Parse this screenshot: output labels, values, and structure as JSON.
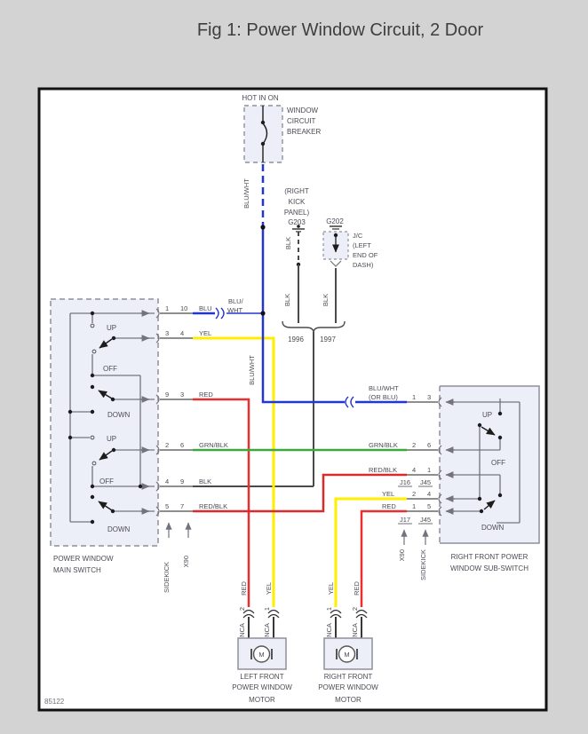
{
  "page": {
    "title": "Fig 1: Power Window Circuit, 2 Door",
    "figure_id": "85122"
  },
  "colors": {
    "blue": "#2236d2",
    "yellow": "#ffee00",
    "red": "#e93030",
    "green": "#3da93c",
    "black_wire": "#4a4a4a",
    "box_fill": "#edeff8",
    "box_border": "#8f8f9c",
    "text": "#4b4b55",
    "background": "#d3d3d3"
  },
  "power": {
    "hot_label": "HOT IN ON",
    "breaker_name": [
      "WINDOW",
      "CIRCUIT",
      "BREAKER"
    ]
  },
  "grounds": {
    "g203_location": [
      "(RIGHT",
      "KICK",
      "PANEL)"
    ],
    "g203_id": "G203",
    "g202_id": "G202",
    "jc_label": [
      "J/C",
      "(LEFT",
      "END OF",
      "DASH)"
    ],
    "years": [
      "1996",
      "1997"
    ]
  },
  "wires": {
    "blu_wht": "BLU/WHT",
    "blu_split": [
      "BLU/",
      "WHT"
    ],
    "blk": "BLK",
    "nca": "NCA"
  },
  "main_switch": {
    "name": [
      "POWER WINDOW",
      "MAIN SWITCH"
    ],
    "positions": [
      "UP",
      "OFF",
      "DOWN",
      "UP",
      "OFF",
      "DOWN"
    ],
    "rows": [
      {
        "p1": "1",
        "p2": "10",
        "wire": "BLU"
      },
      {
        "p1": "3",
        "p2": "4",
        "wire": "YEL"
      },
      {
        "p1": "9",
        "p2": "3",
        "wire": "RED"
      },
      {
        "p1": "2",
        "p2": "6",
        "wire": "GRN/BLK"
      },
      {
        "p1": "4",
        "p2": "9",
        "wire": "BLK"
      },
      {
        "p1": "5",
        "p2": "7",
        "wire": "RED/BLK"
      }
    ],
    "connectors": [
      "SIDEKICK",
      "X90"
    ]
  },
  "sub_switch": {
    "name": [
      "RIGHT FRONT POWER",
      "WINDOW SUB-SWITCH"
    ],
    "positions": [
      "UP",
      "OFF",
      "DOWN"
    ],
    "rows": [
      {
        "wire": "BLU/WHT",
        "wire2": "(OR BLU)",
        "p1": "1",
        "p2": "3"
      },
      {
        "wire": "GRN/BLK",
        "p1": "2",
        "p2": "6"
      },
      {
        "wire": "RED/BLK",
        "p1": "4",
        "p2": "1"
      },
      {
        "wire": "YEL",
        "p1": "2",
        "p2": "4"
      },
      {
        "wire": "RED",
        "p1": "1",
        "p2": "5"
      }
    ],
    "junctions": {
      "j16": "J16",
      "j45a": "J45",
      "j17": "J17",
      "j45b": "J45"
    },
    "connectors": [
      "X90",
      "SIDEKICK"
    ]
  },
  "motors": {
    "left": {
      "name": [
        "LEFT FRONT",
        "POWER WINDOW",
        "MOTOR"
      ],
      "symbol": "M",
      "wires": [
        {
          "pin": "2",
          "color_label": "RED"
        },
        {
          "pin": "1",
          "color_label": "YEL"
        }
      ]
    },
    "right": {
      "name": [
        "RIGHT FRONT",
        "POWER WINDOW",
        "MOTOR"
      ],
      "symbol": "M",
      "wires": [
        {
          "pin": "1",
          "color_label": "YEL"
        },
        {
          "pin": "2",
          "color_label": "RED"
        }
      ]
    }
  }
}
